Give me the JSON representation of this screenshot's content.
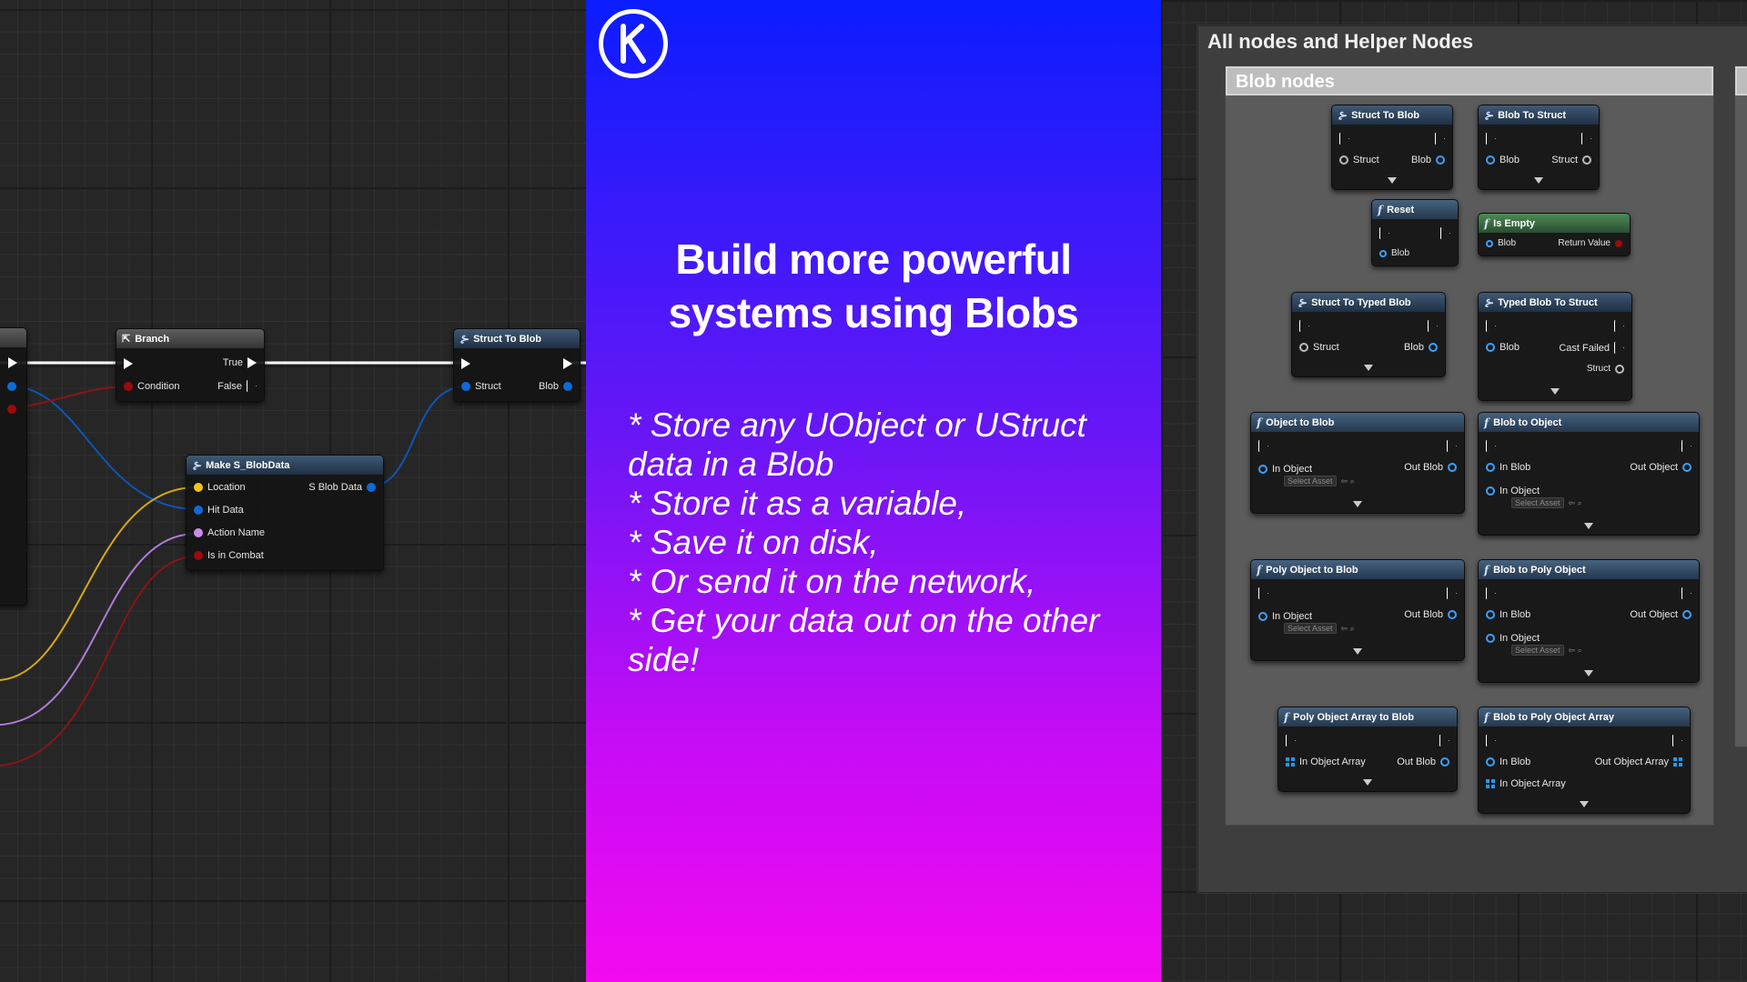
{
  "promo": {
    "headline_line1": "Build more powerful",
    "headline_line2": "systems using Blobs",
    "bullets": [
      "* Store any UObject or UStruct data in a Blob",
      "* Store it as a variable,",
      "* Save it on disk,",
      "* Or send it on the network,",
      "* Get your data out on the other side!"
    ],
    "logo_letter": "K",
    "colors": {
      "top": "#0b1dff",
      "bottom": "#f30af0"
    }
  },
  "left_graph": {
    "branch": {
      "title": "Branch",
      "true_label": "True",
      "condition_label": "Condition",
      "false_label": "False"
    },
    "struct_to_blob": {
      "title": "Struct To Blob",
      "struct_label": "Struct",
      "blob_label": "Blob"
    },
    "make_blob_data": {
      "title": "Make S_BlobData",
      "location": "Location",
      "output": "S Blob Data",
      "hit_data": "Hit Data",
      "action_name": "Action Name",
      "is_in_combat": "Is in Combat"
    }
  },
  "right_graph": {
    "comment_title": "All nodes and Helper Nodes",
    "blob_comment_title": "Blob nodes",
    "nodes": {
      "struct_to_blob": {
        "title": "Struct To Blob",
        "in": "Struct",
        "out": "Blob"
      },
      "blob_to_struct": {
        "title": "Blob To Struct",
        "in": "Blob",
        "out": "Struct"
      },
      "reset": {
        "title": "Reset",
        "in": "Blob"
      },
      "is_empty": {
        "title": "Is Empty",
        "in": "Blob",
        "out": "Return Value"
      },
      "struct_to_typed_blob": {
        "title": "Struct To Typed Blob",
        "in": "Struct",
        "out": "Blob"
      },
      "typed_blob_to_struct": {
        "title": "Typed Blob To Struct",
        "in": "Blob",
        "out1": "Cast Failed",
        "out2": "Struct"
      },
      "object_to_blob": {
        "title": "Object to Blob",
        "in": "In Object",
        "out": "Out Blob",
        "asset": "Select Asset"
      },
      "blob_to_object": {
        "title": "Blob to Object",
        "in": "In Blob",
        "out": "Out Object",
        "in2": "In Object",
        "asset": "Select Asset"
      },
      "poly_object_to_blob": {
        "title": "Poly Object to Blob",
        "in": "In Object",
        "out": "Out Blob",
        "asset": "Select Asset"
      },
      "blob_to_poly_object": {
        "title": "Blob to Poly Object",
        "in": "In Blob",
        "out": "Out Object",
        "in2": "In Object",
        "asset": "Select Asset"
      },
      "poly_object_array_to_blob": {
        "title": "Poly Object Array to Blob",
        "in": "In Object Array",
        "out": "Out Blob"
      },
      "blob_to_poly_object_array": {
        "title": "Blob to Poly Object Array",
        "in": "In Blob",
        "out": "Out Object Array",
        "in2": "In Object Array"
      }
    }
  }
}
